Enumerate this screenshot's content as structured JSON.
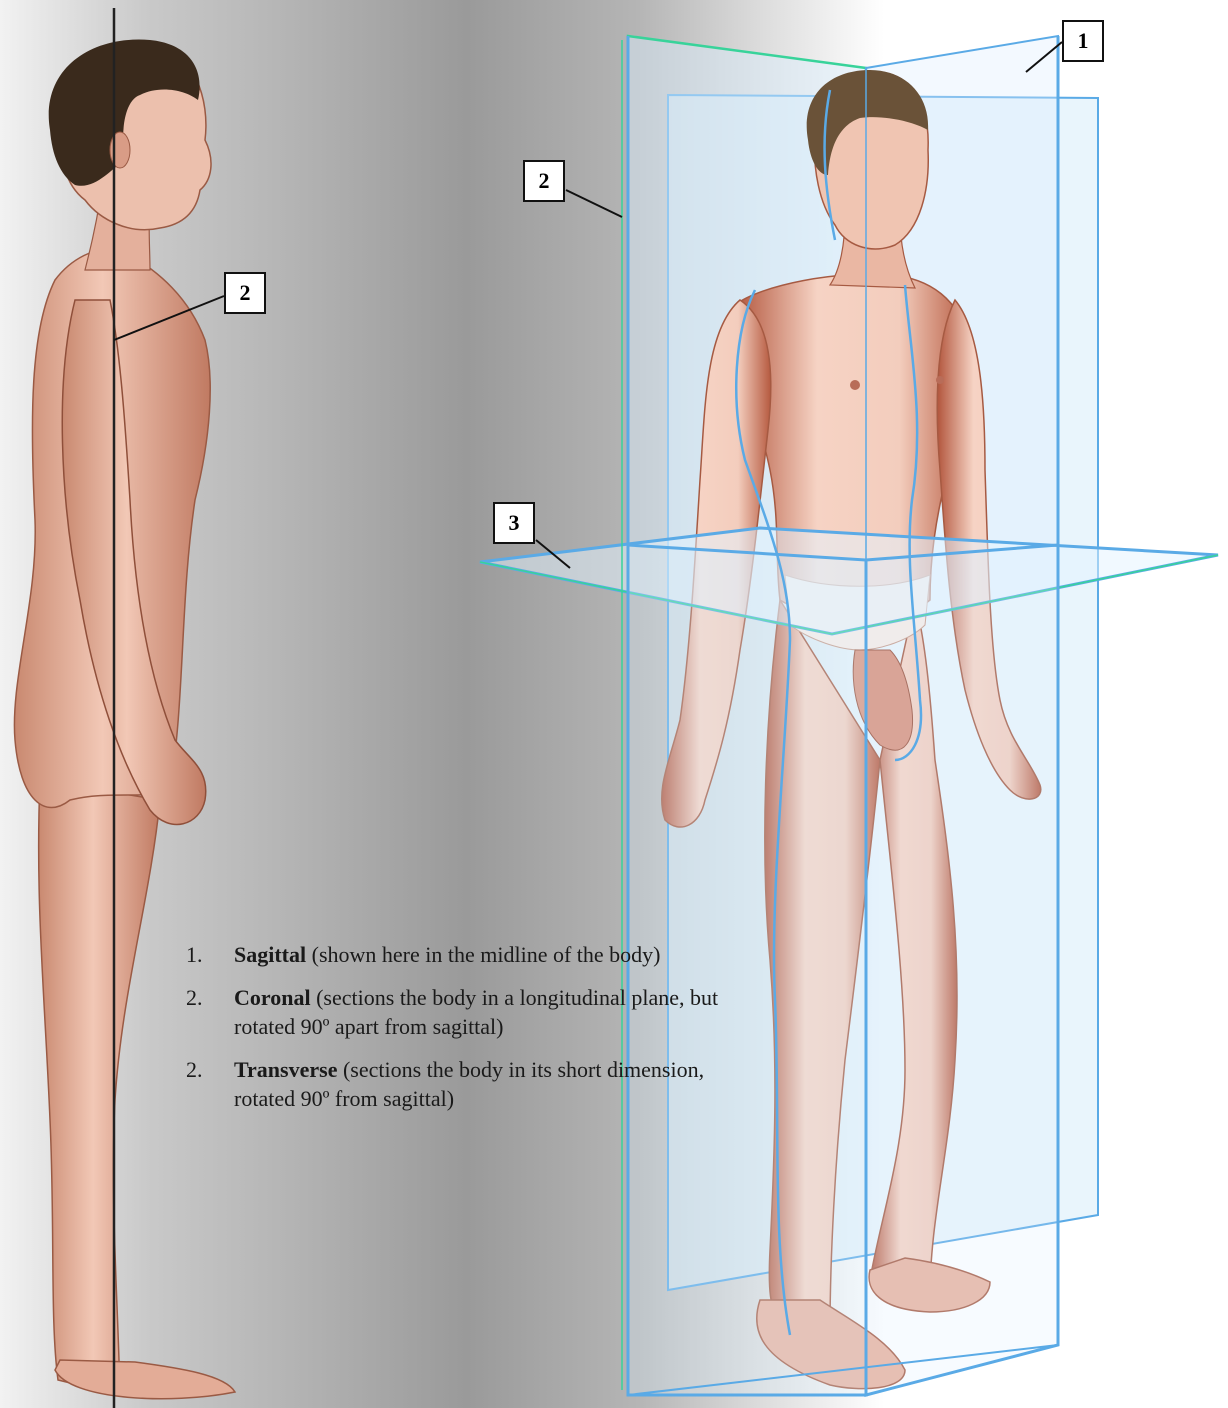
{
  "callouts": [
    {
      "id": "callout-1",
      "label": "1"
    },
    {
      "id": "callout-2-right",
      "label": "2"
    },
    {
      "id": "callout-2-left",
      "label": "2"
    },
    {
      "id": "callout-3",
      "label": "3"
    }
  ],
  "legend": {
    "items": [
      {
        "number": "1.",
        "term": "Sagittal",
        "description": " (shown here in the midline of the body)"
      },
      {
        "number": "2.",
        "term": "Coronal",
        "description": " (sections the body in a longitudinal plane, but rotated 90º apart from sagittal)"
      },
      {
        "number": "2.",
        "term": "Transverse",
        "description": " (sections the body in its short dimension, rotated 90º from sagittal)"
      }
    ]
  },
  "colors": {
    "skin": "#e9b39f",
    "skin_shadow": "#b5654c",
    "hair": "#3a2a1c",
    "plane_fill": "#d7ecfa",
    "plane_edge_blue": "#5aaae6",
    "plane_edge_green": "#38d39a",
    "midline": "#222222",
    "callout_border": "#111111"
  }
}
